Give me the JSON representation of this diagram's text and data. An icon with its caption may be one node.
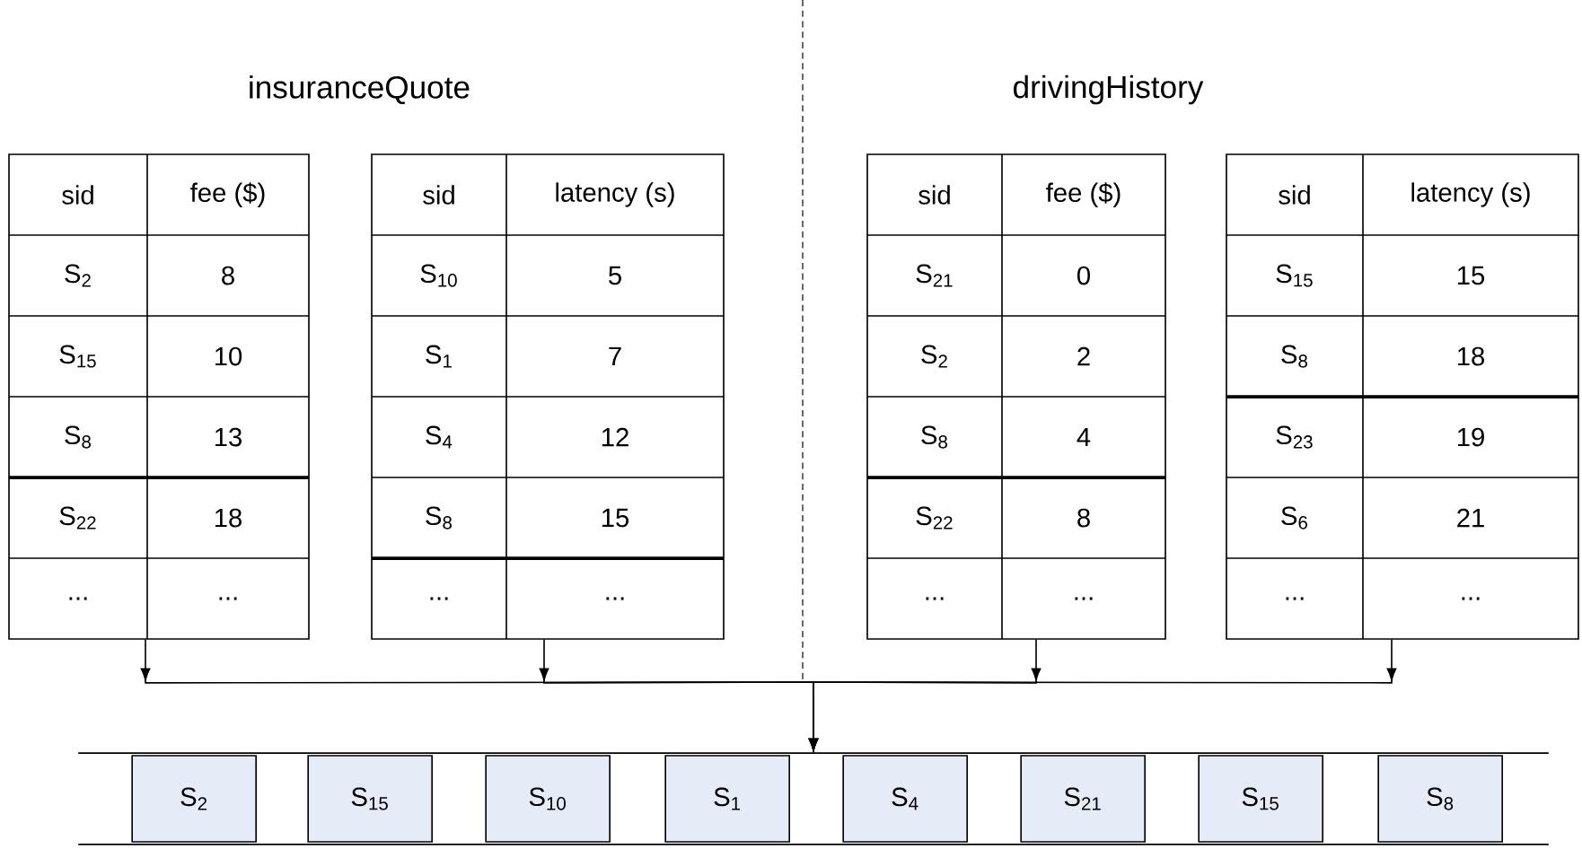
{
  "diagram": {
    "nodes": [
      {
        "text": [
          "sid",
          "fee ($)",
          "S$_{2}$",
          "8",
          "S$_{15}$",
          "10",
          "S$_{8}$",
          "13",
          "S$_{22}$",
          "18",
          "...",
          "..."
        ]
      },
      {
        "text": [
          "sid",
          "latency (s)",
          "S$_{10}$",
          "5",
          "S$_{1}$",
          "7",
          "S$_{4}$",
          "12",
          "S$_{8}$",
          "15",
          "...",
          "..."
        ]
      },
      {
        "text": [
          "sid",
          "fee ($)",
          "S$_{21}$",
          "0",
          "S$_{2}$",
          "2",
          "S$_{8}$",
          "4",
          "S$_{22}$",
          "8",
          "...",
          "..."
        ]
      },
      {
        "text": [
          "sid",
          "latency (s)",
          "S$_{15}$",
          "15",
          "S$_{8}$",
          "18",
          "S$_{23}$",
          "19",
          "S$_{6}$",
          "21",
          "...",
          "..."
        ]
      },
      {
        "text": [],
        "shape": "bar"
      },
      {
        "text": [
          "S$_{2}$"
        ],
        "in": 4
      },
      {
        "text": [
          "S$_{15}$"
        ],
        "in": 4
      },
      {
        "text": [
          "S$_{10}$"
        ],
        "in": 4
      },
      {
        "text": [
          "S$_{1}$"
        ],
        "in": 4
      },
      {
        "text": [
          "S$_{4}$"
        ],
        "in": 4
      },
      {
        "text": [
          "S$_{21}$"
        ],
        "in": 4
      },
      {
        "text": [
          "S$_{15}$"
        ],
        "in": 4
      },
      {
        "text": [
          "S$_{8}$"
        ],
        "in": 4
      }
    ],
    "edges": [
      {
        "from": 0,
        "to": 4,
        "arrow": "to"
      },
      {
        "from": 1,
        "to": 4,
        "arrow": "to"
      },
      {
        "from": 2,
        "to": 4,
        "arrow": "to"
      },
      {
        "from": 3,
        "to": 4,
        "arrow": "to"
      }
    ],
    "labels": [
      "insuranceQuote",
      "drivingHistory"
    ]
  }
}
